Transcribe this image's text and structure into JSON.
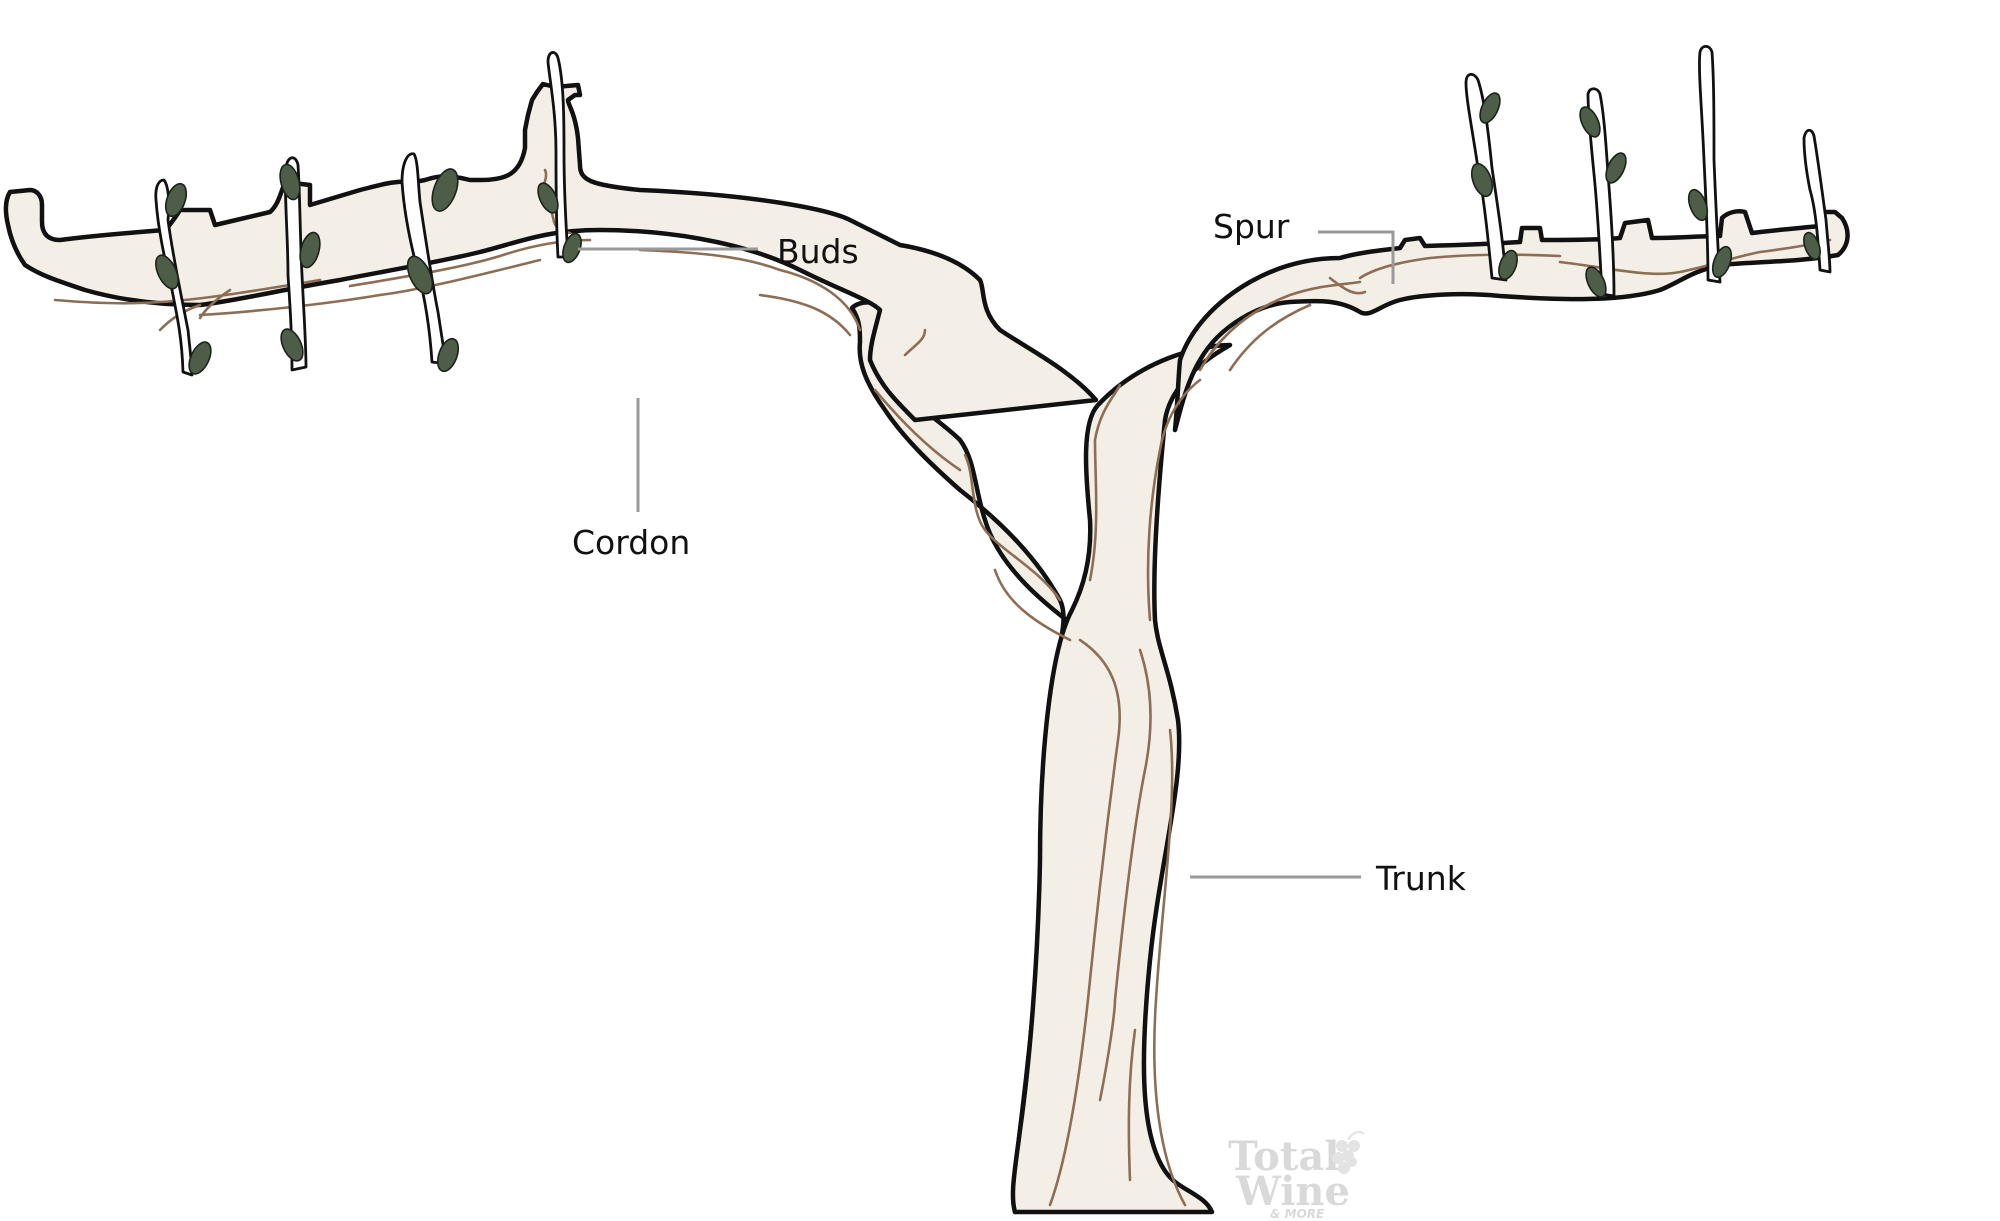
{
  "labels": {
    "buds": "Buds",
    "spur": "Spur",
    "cordon": "Cordon",
    "trunk": "Trunk"
  },
  "watermark": {
    "line1": "Total",
    "line2": "Wine",
    "line3": "& MORE"
  },
  "colors": {
    "wood_fill": "#f4efe6",
    "grain": "#8d6e55",
    "leaf": "#4d5d48",
    "leader": "#9a9a9a"
  }
}
